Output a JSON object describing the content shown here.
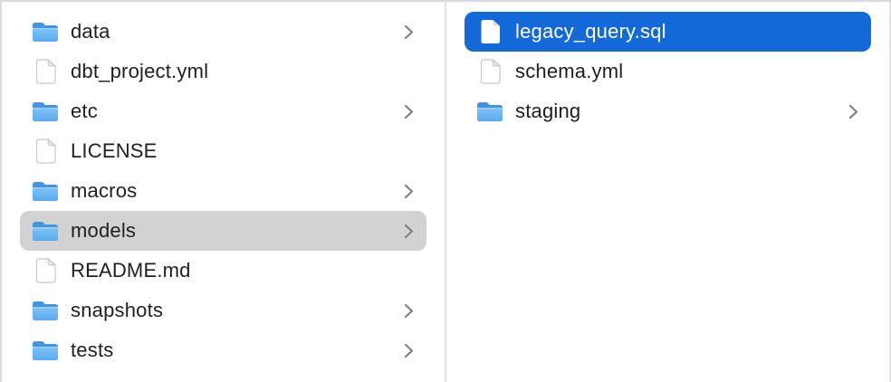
{
  "app": "finder-column-view",
  "colors": {
    "selection_blue": "#1469d9",
    "selection_gray": "#d2d2d2",
    "text": "#1f1f21",
    "selected_text": "#ffffff",
    "divider": "#e2e2e2",
    "chevron": "#7f7f84",
    "folder_blue_dark": "#4395e2",
    "folder_blue_light": "#76bdf4"
  },
  "columns": [
    {
      "name": "left-column",
      "items": [
        {
          "label": "data",
          "icon": "folder-icon",
          "chevron": "chevron-right-icon",
          "selected": null
        },
        {
          "label": "dbt_project.yml",
          "icon": "file-icon",
          "chevron": null,
          "selected": null
        },
        {
          "label": "etc",
          "icon": "folder-icon",
          "chevron": "chevron-right-icon",
          "selected": null
        },
        {
          "label": "LICENSE",
          "icon": "file-icon",
          "chevron": null,
          "selected": null
        },
        {
          "label": "macros",
          "icon": "folder-icon",
          "chevron": "chevron-right-icon",
          "selected": null
        },
        {
          "label": "models",
          "icon": "folder-icon",
          "chevron": "chevron-right-icon",
          "selected": "gray"
        },
        {
          "label": "README.md",
          "icon": "file-icon",
          "chevron": null,
          "selected": null
        },
        {
          "label": "snapshots",
          "icon": "folder-icon",
          "chevron": "chevron-right-icon",
          "selected": null
        },
        {
          "label": "tests",
          "icon": "folder-icon",
          "chevron": "chevron-right-icon",
          "selected": null
        }
      ]
    },
    {
      "name": "right-column",
      "items": [
        {
          "label": "legacy_query.sql",
          "icon": "file-icon",
          "chevron": null,
          "selected": "blue"
        },
        {
          "label": "schema.yml",
          "icon": "file-icon",
          "chevron": null,
          "selected": null
        },
        {
          "label": "staging",
          "icon": "folder-icon",
          "chevron": "chevron-right-icon",
          "selected": null
        }
      ]
    }
  ]
}
